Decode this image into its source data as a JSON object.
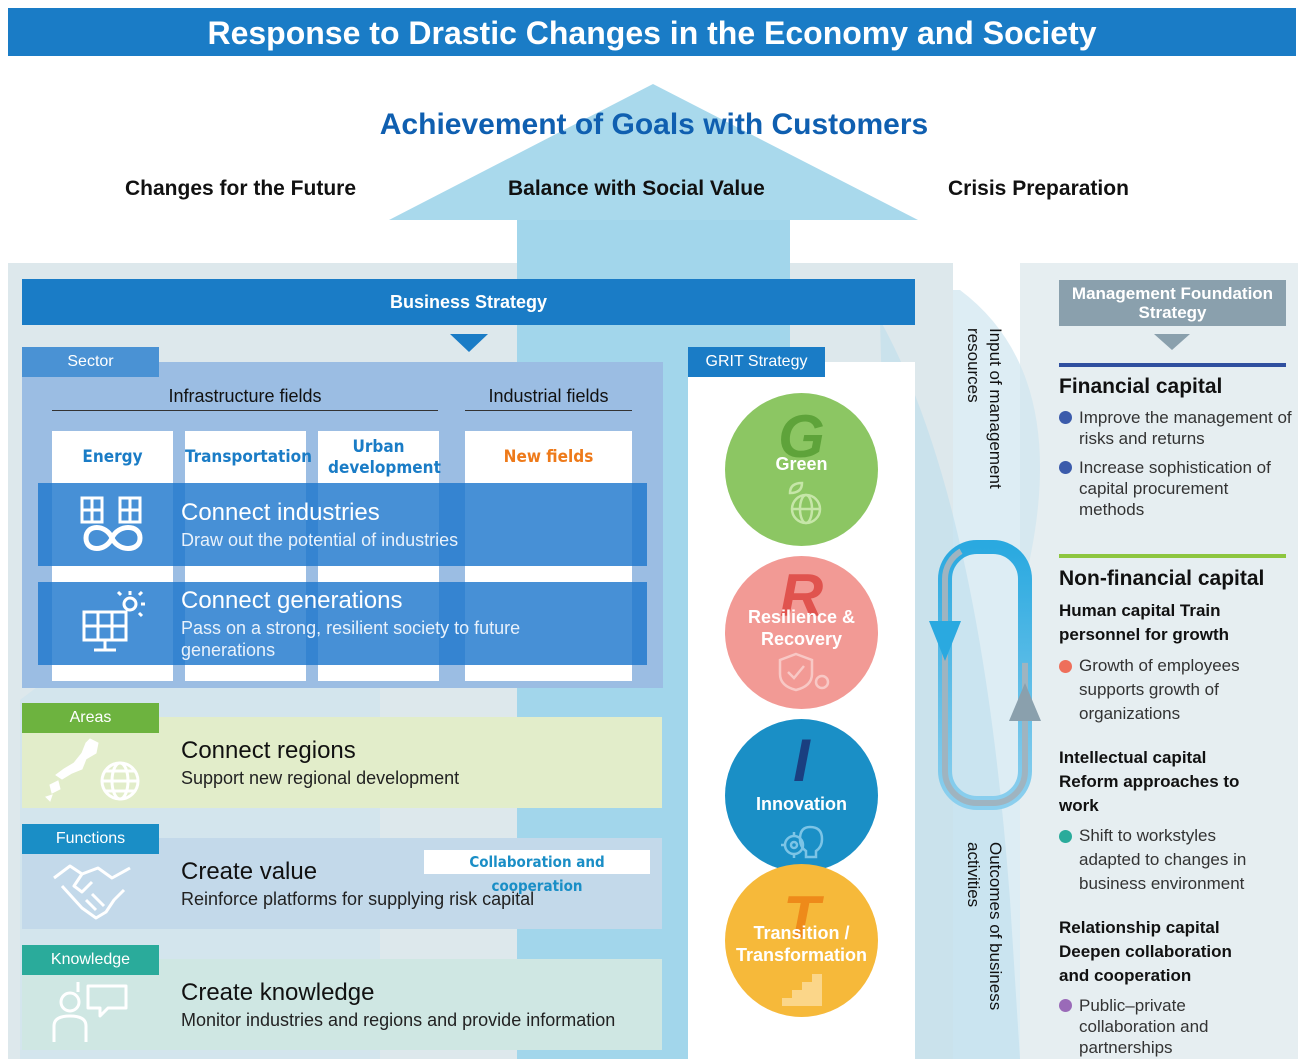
{
  "title": "Response to Drastic Changes in the Economy and Society",
  "goal": "Achievement of Goals with Customers",
  "pillars": [
    "Changes for the Future",
    "Balance with Social Value",
    "Crisis Preparation"
  ],
  "business_strategy": {
    "label": "Business Strategy",
    "sector_tab": "Sector",
    "infrastructure_fields": "Infrastructure fields",
    "industrial_fields": "Industrial fields",
    "columns": [
      "Energy",
      "Transportation",
      "Urban development",
      "New fields"
    ],
    "rows": [
      {
        "title": "Connect industries",
        "desc": "Draw out the potential of industries",
        "icon": "building-infinity-icon"
      },
      {
        "title": "Connect generations",
        "desc": "Pass on a strong, resilient society to future generations",
        "icon": "solar-panel-icon"
      }
    ],
    "areas": {
      "tab": "Areas",
      "title": "Connect regions",
      "desc": "Support new regional development",
      "icon": "map-globe-icon"
    },
    "functions": {
      "tab": "Functions",
      "title": "Create value",
      "desc": "Reinforce platforms for supplying risk capital",
      "badge": "Collaboration and cooperation",
      "icon": "handshake-icon"
    },
    "knowledge": {
      "tab": "Knowledge",
      "title": "Create knowledge",
      "desc": "Monitor industries and regions and provide information",
      "icon": "people-speech-icon"
    }
  },
  "grit": {
    "label": "GRIT Strategy",
    "items": [
      {
        "letter": "G",
        "name": "Green",
        "color": "#8cc663",
        "letter_color": "#5ea33a",
        "icon": "sprout-globe-icon"
      },
      {
        "letter": "R",
        "name": "Resilience & Recovery",
        "color": "#f29a95",
        "letter_color": "#e0534e",
        "icon": "shield-flame-icon"
      },
      {
        "letter": "I",
        "name": "Innovation",
        "color": "#1a8fc6",
        "letter_color": "#1a3f80",
        "icon": "gear-bulb-icon"
      },
      {
        "letter": "T",
        "name": "Transition / Transformation",
        "color": "#f6b93a",
        "letter_color": "#ee8a1a",
        "icon": "stairs-icon"
      }
    ]
  },
  "cycle": {
    "input": "Input of management resources",
    "outcome": "Outcomes of business activities"
  },
  "management": {
    "label": "Management Foundation Strategy",
    "financial": {
      "title": "Financial capital",
      "bullets": [
        "Improve the management of risks and returns",
        "Increase sophistication of capital procurement methods"
      ]
    },
    "nonfinancial": {
      "title": "Non-financial capital",
      "groups": [
        {
          "heading": "Human capital Train personnel for growth",
          "bullet": "Growth of employees supports growth of organizations",
          "color": "#ee6f5b"
        },
        {
          "heading": "Intellectual capital Reform approaches to work",
          "bullet": "Shift to workstyles adapted to changes in business environment",
          "color": "#2aab9b"
        },
        {
          "heading": "Relationship capital Deepen collaboration and cooperation",
          "bullet": "Public–private collaboration and partnerships",
          "color": "#9a6ab8"
        }
      ]
    }
  },
  "colors": {
    "primary": "#1a7cc6",
    "goal": "#0f5fb0",
    "areas_tab": "#6db33f",
    "tab": "#1a8ec6",
    "financial_rule": "#2f4f9f",
    "nonfinancial_rule": "#8dc63f"
  }
}
